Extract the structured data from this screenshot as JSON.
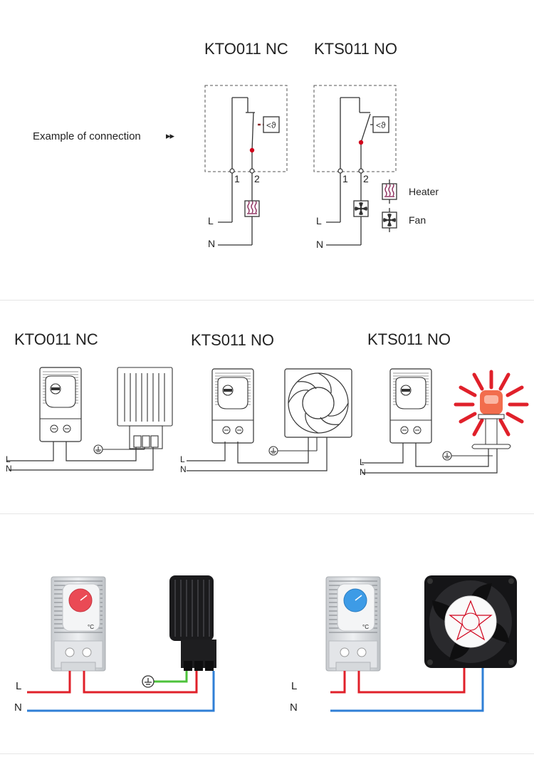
{
  "section1": {
    "title_nc": "KTO011 NC",
    "title_no": "KTS011 NO",
    "example_label": "Example of connection",
    "arrows": "▸▸",
    "term1": "1",
    "term2": "2",
    "L": "L",
    "N": "N",
    "legend_heater": "Heater",
    "legend_fan": "Fan"
  },
  "section2": {
    "title_a": "KTO011 NC",
    "title_b": "KTS011 NO",
    "title_c": "KTS011 NO",
    "L": "L",
    "N": "N"
  },
  "section3": {
    "L": "L",
    "N": "N",
    "unit": "°C"
  },
  "colors": {
    "line": "#333333",
    "red_wire": "#e0202a",
    "blue_wire": "#2f7fd6",
    "green_wire": "#4cc23a",
    "dial_red": "#ea4a55",
    "dial_blue": "#3d9be6",
    "accent_dot": "#d0021b",
    "heater_glyph": "#8b2a5a"
  }
}
